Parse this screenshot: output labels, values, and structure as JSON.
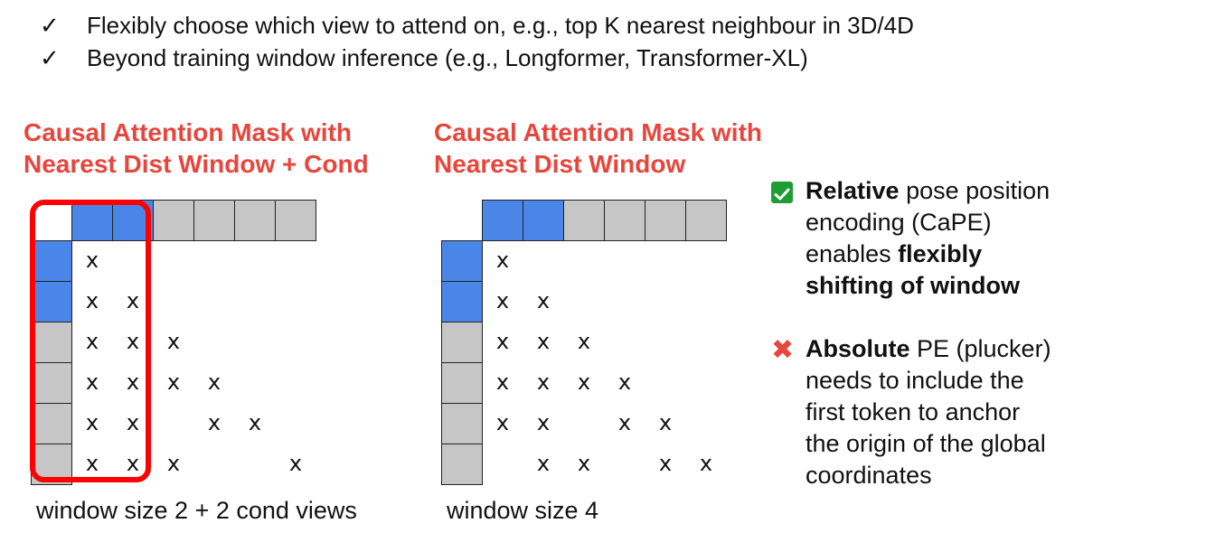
{
  "bullets": [
    {
      "icon": "checkmark-icon",
      "text": "Flexibly choose which view to attend on, e.g., top K nearest neighbour in 3D/4D"
    },
    {
      "icon": "checkmark-icon",
      "text": "Beyond training window inference (e.g., Longformer, Transformer-XL)"
    }
  ],
  "diagrams": [
    {
      "title_lines": [
        "Causal Attention Mask with",
        "Nearest Dist Window + Cond"
      ],
      "caption": "window size 2 + 2 cond views",
      "top_colors": [
        "none",
        "blue",
        "blue",
        "gray",
        "gray",
        "gray",
        "gray"
      ],
      "left_colors": [
        "blue",
        "blue",
        "gray",
        "gray",
        "gray",
        "gray"
      ],
      "marks": [
        [
          1
        ],
        [
          1,
          2
        ],
        [
          1,
          2,
          3
        ],
        [
          1,
          2,
          3,
          4
        ],
        [
          1,
          2,
          4,
          5
        ],
        [
          1,
          2,
          3,
          6
        ]
      ],
      "highlight": true
    },
    {
      "title_lines": [
        "Causal Attention Mask with",
        "Nearest Dist Window"
      ],
      "caption": "window size 4",
      "top_colors": [
        "none",
        "blue",
        "blue",
        "gray",
        "gray",
        "gray",
        "gray"
      ],
      "left_colors": [
        "blue",
        "blue",
        "gray",
        "gray",
        "gray",
        "gray"
      ],
      "marks": [
        [
          1
        ],
        [
          1,
          2
        ],
        [
          1,
          2,
          3
        ],
        [
          1,
          2,
          3,
          4
        ],
        [
          1,
          2,
          4,
          5
        ],
        [
          2,
          3,
          5,
          6
        ]
      ],
      "highlight": false
    }
  ],
  "notes": [
    {
      "icon": "green-checkbox-icon",
      "lines": [
        [
          {
            "t": "Relative",
            "b": true
          },
          {
            "t": " pose position",
            "b": false
          }
        ],
        [
          {
            "t": "encoding (CaPE)",
            "b": false
          }
        ],
        [
          {
            "t": "enables ",
            "b": false
          },
          {
            "t": "flexibly",
            "b": true
          }
        ],
        [
          {
            "t": "shifting of window",
            "b": true
          }
        ]
      ]
    },
    {
      "icon": "red-x-icon",
      "lines": [
        [
          {
            "t": "Absolute",
            "b": true
          },
          {
            "t": " PE (plucker)",
            "b": false
          }
        ],
        [
          {
            "t": "needs to include the",
            "b": false
          }
        ],
        [
          {
            "t": "first token to anchor",
            "b": false
          }
        ],
        [
          {
            "t": "the origin of the global",
            "b": false
          }
        ],
        [
          {
            "t": "coordinates",
            "b": false
          }
        ]
      ]
    }
  ],
  "mark_symbol": "x",
  "colors": {
    "blue": "#4a86e8",
    "gray": "#c6c6c6",
    "title_red": "#e8453c",
    "highlight_red": "#ff0000",
    "check_green": "#1e9d33"
  }
}
